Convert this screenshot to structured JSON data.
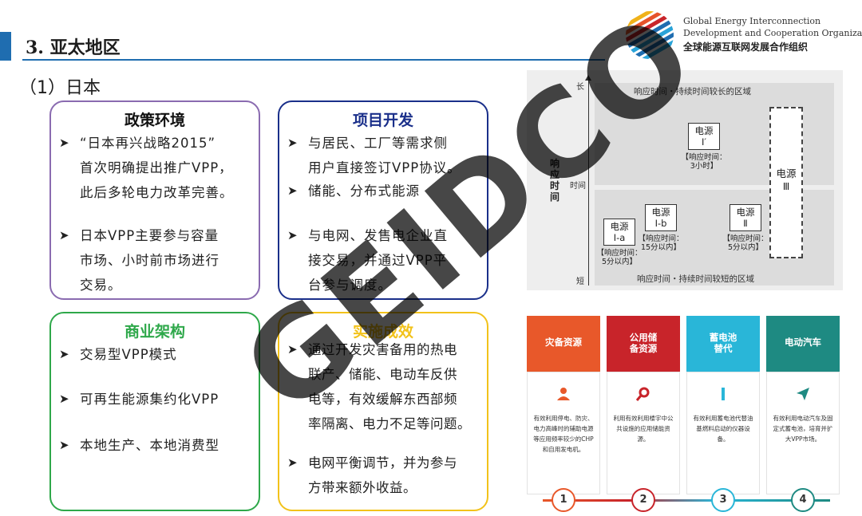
{
  "header": {
    "title": "3. 亚太地区",
    "subtitle": "（1）日本"
  },
  "org": {
    "name_en_line1": "Global Energy Interconnection",
    "name_en_line2": "Development and Cooperation Organization",
    "name_cn": "全球能源互联网发展合作组织"
  },
  "quadrants": {
    "policy": {
      "title": "政策环境",
      "color": "#8a6bb0",
      "items": [
        [
          "“日本再兴战略2015”",
          "首次明确提出推广VPP，",
          "此后多轮电力改革完善。"
        ],
        [
          "日本VPP主要参与容量",
          "市场、小时前市场进行",
          "交易。"
        ]
      ]
    },
    "project": {
      "title": "项目开发",
      "color": "#1a2f8a",
      "items": [
        [
          "与居民、工厂等需求侧",
          "用户直接签订VPP协议。"
        ],
        [
          "储能、分布式能源"
        ],
        [
          "与电网、发售电企业直",
          "接交易，并通过VPP平",
          "台参与调度。"
        ]
      ]
    },
    "business": {
      "title": "商业架构",
      "color": "#2ea84a",
      "items": [
        [
          "交易型VPP模式"
        ],
        [
          "可再生能源集约化VPP"
        ],
        [
          "本地生产、本地消费型"
        ]
      ]
    },
    "results": {
      "title": "实施成效",
      "color": "#f2c21a",
      "items": [
        [
          "通过开发灾害备用的热电",
          "联产、储能、电动车反供",
          "电等，有效缓解东西部频",
          "率隔离、电力不足等问题。"
        ],
        [
          "电网平衡调节，并为参与",
          "方带来额外收益。"
        ]
      ]
    }
  },
  "matrix": {
    "y_axis_label": "响应时间",
    "y_top": "长",
    "y_bottom": "短",
    "y_mid": "时间",
    "zone_long_label": "响应时间・持续时间较长的区域",
    "zone_short_label": "响应时间・持续时间较短的区域",
    "sources": {
      "s1p": {
        "name": "电源",
        "sub": "Ⅰ′",
        "resp": [
          "【响应时间：",
          "3小时】"
        ]
      },
      "s3": {
        "name": "电源",
        "sub": "Ⅲ"
      },
      "s1a": {
        "name": "电源",
        "sub": "Ⅰ-a",
        "resp": [
          "【响应时间：",
          "5分以内】"
        ]
      },
      "s1b": {
        "name": "电源",
        "sub": "Ⅰ-b",
        "resp": [
          "【响应时间：",
          "15分以内】"
        ]
      },
      "s2": {
        "name": "电源",
        "sub": "Ⅱ",
        "resp": [
          "【响应时间：",
          "5分以内】"
        ]
      }
    }
  },
  "cards": [
    {
      "title": "灾备资源",
      "color": "#e8582a",
      "icon": "user-icon",
      "num": "1",
      "desc": "有效利用停电、防灾、电力高峰时的辅助电源等应用频率较少的CHP和自用发电机。"
    },
    {
      "title": "公用储备资源",
      "color": "#c8242a",
      "icon": "search-icon",
      "num": "2",
      "desc": "利用有效利用楼宇中公共设施的应用储能资源。"
    },
    {
      "title": "蓄电池替代",
      "color": "#29b6d8",
      "icon": "battery-icon",
      "num": "3",
      "desc": "有效利用蓄电池代替油基燃料启动的仪器设备。"
    },
    {
      "title": "电动汽车",
      "color": "#1e8a82",
      "icon": "send-icon",
      "num": "4",
      "desc": "有效利用电动汽车及固定式蓄电池，培育并扩大VPP市场。"
    }
  ],
  "watermark": "GEIDCO"
}
